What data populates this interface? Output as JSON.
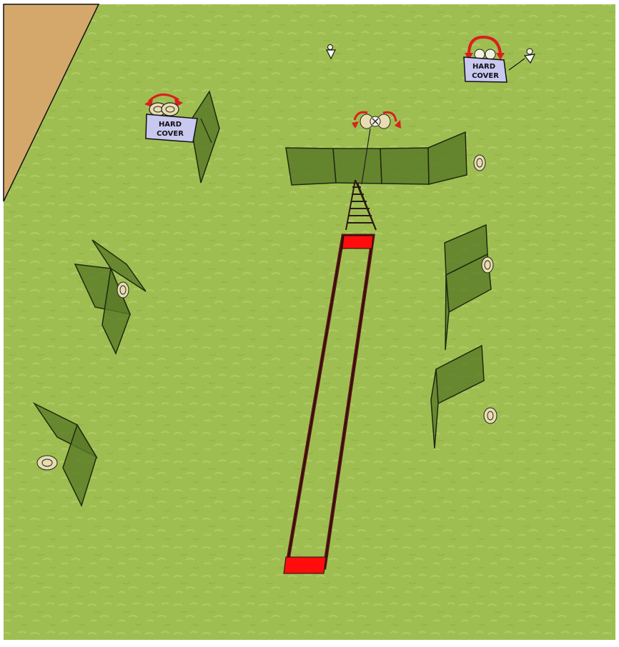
{
  "scene": {
    "colors": {
      "grass": "#9cbc4f",
      "grass_light": "#b3cf68",
      "dirt": "#d4a86b",
      "panel_fill": "#5a7a28",
      "panel_stroke": "#1e2a10",
      "box_red": "#ff0d0d",
      "box_dark": "#5b1414",
      "sign_fill": "#c9c8f0",
      "arrow_red": "#d9201e",
      "target_tan": "#e8ddb0"
    },
    "signs": [
      {
        "line1": "HARD",
        "line2": "COVER"
      },
      {
        "line1": "HARD",
        "line2": "COVER"
      }
    ],
    "icons": [
      "walls-icon",
      "target-icon",
      "shooter-icon",
      "ladder-icon",
      "fault-line-box-icon",
      "hard-cover-sign-icon",
      "direction-arrow-icon"
    ]
  }
}
